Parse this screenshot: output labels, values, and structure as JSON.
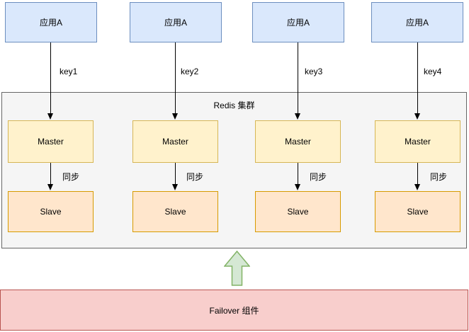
{
  "diagram": {
    "cluster": {
      "title": "Redis 集群"
    },
    "failover": {
      "label": "Failover 组件"
    },
    "columns": [
      {
        "app": "应用A",
        "key": "key1",
        "master": "Master",
        "sync": "同步",
        "slave": "Slave"
      },
      {
        "app": "应用A",
        "key": "key2",
        "master": "Master",
        "sync": "同步",
        "slave": "Slave"
      },
      {
        "app": "应用A",
        "key": "key3",
        "master": "Master",
        "sync": "同步",
        "slave": "Slave"
      },
      {
        "app": "应用A",
        "key": "key4",
        "master": "Master",
        "sync": "同步",
        "slave": "Slave"
      }
    ],
    "colors": {
      "app_fill": "#dae8fc",
      "app_border": "#6c8ebf",
      "master_fill": "#fff2cc",
      "master_border": "#d6b656",
      "slave_fill": "#ffe6cc",
      "slave_border": "#d79b00",
      "cluster_fill": "#f5f5f5",
      "cluster_border": "#666666",
      "failover_fill": "#f8cecc",
      "failover_border": "#b85450",
      "uparrow_fill": "#d5e8d4",
      "uparrow_border": "#82b366",
      "line_color": "#000000"
    }
  }
}
